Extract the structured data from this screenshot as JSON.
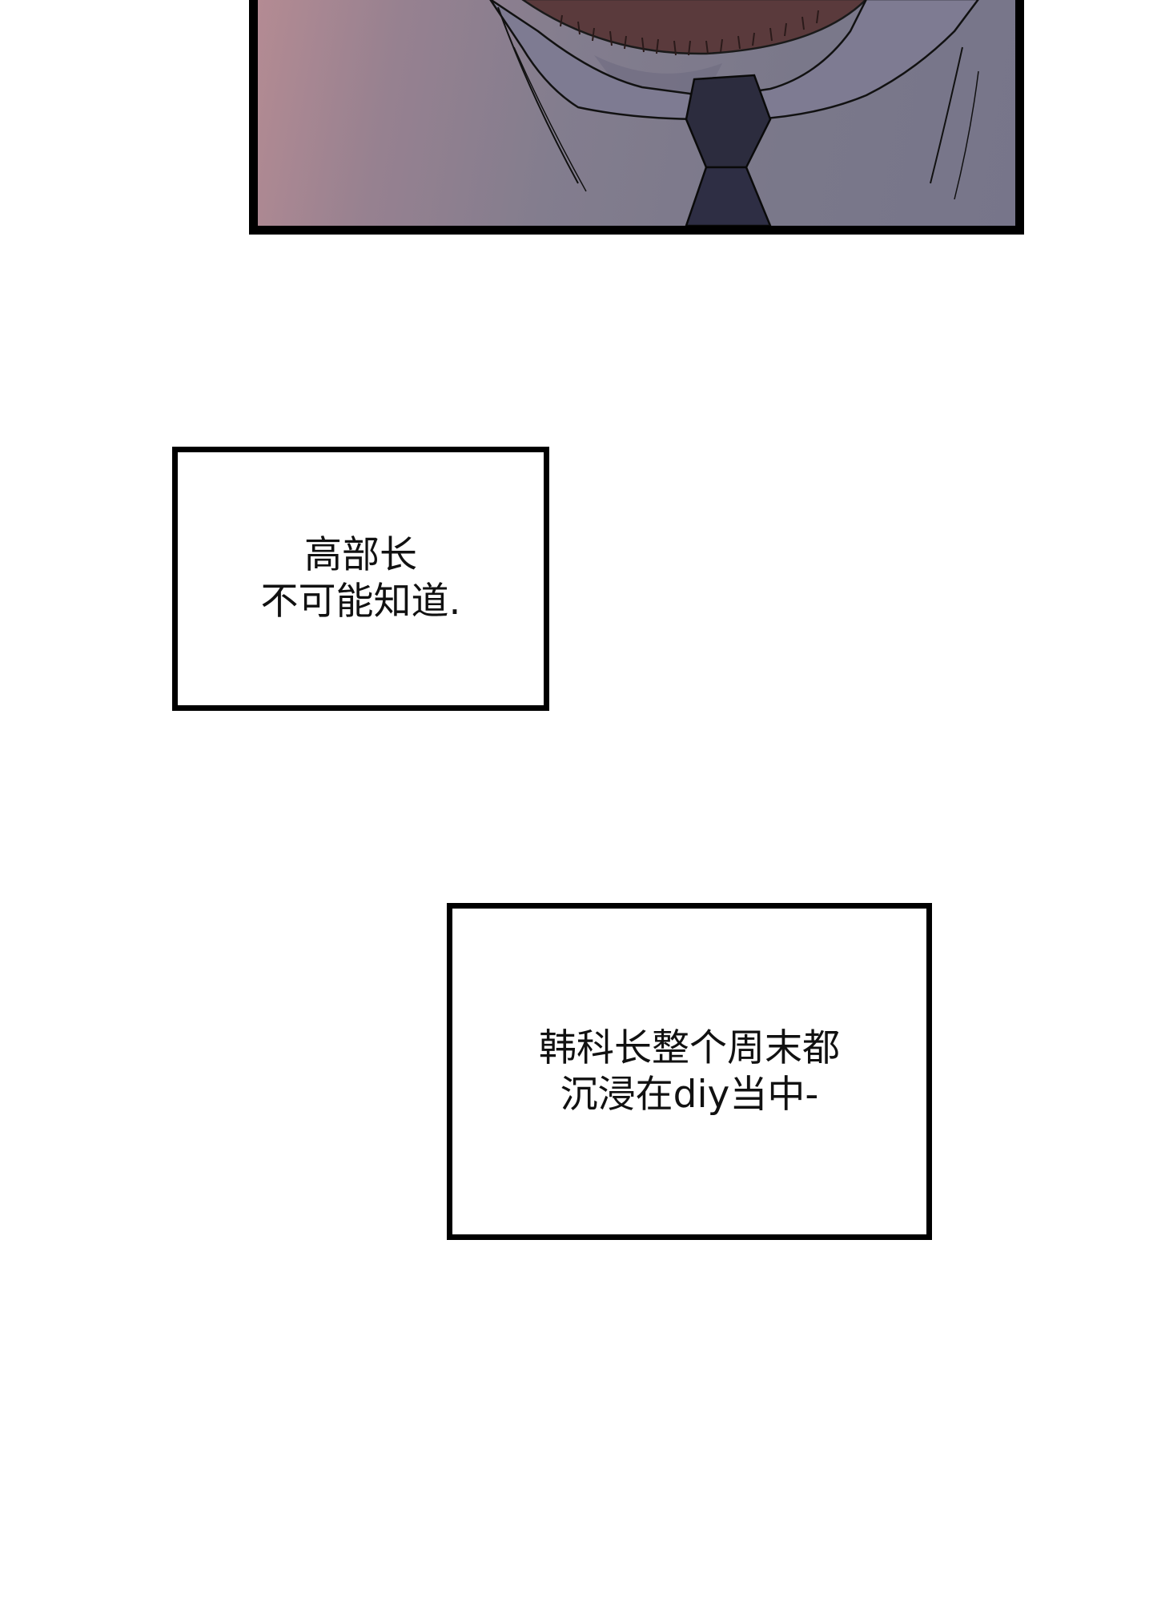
{
  "panels": {
    "top_panel": {
      "description_icon": "man-collar-necktie-illustration"
    }
  },
  "captions": [
    {
      "lines": [
        "高部长",
        "不可能知道."
      ]
    },
    {
      "lines": [
        "韩科长整个周末都",
        "沉浸在diy当中-"
      ]
    }
  ],
  "colors": {
    "panel_border": "#000000",
    "panel_gradient_left": "#b48b93",
    "panel_gradient_right": "#77758a",
    "collar": "#7a7890",
    "tie": "#2c2c3e",
    "beard": "#5a3a3c",
    "caption_border": "#000000",
    "caption_text": "#111111",
    "background": "#ffffff"
  }
}
